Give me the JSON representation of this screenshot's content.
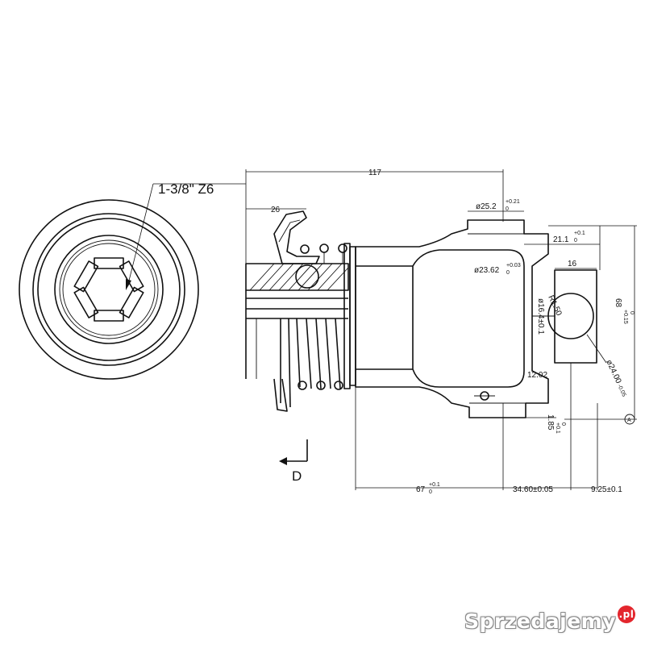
{
  "callouts": {
    "spline": "1-3/8\" Z6",
    "view": "D",
    "datum": "A"
  },
  "dims": {
    "overall": "117",
    "collar": "26",
    "bore_a": {
      "main": "ø25.2",
      "up": "+0.21",
      "low": "0"
    },
    "bore_b": {
      "main": "ø23.62",
      "up": "+0.03",
      "low": "0"
    },
    "pin_offset": {
      "main": "21.1",
      "up": "+0.1",
      "low": "0"
    },
    "lug_w": "16",
    "radius": "R1.50",
    "inner_d": "ø16.4±0.1",
    "ball_d": {
      "main": "ø24.00",
      "up": "",
      "low": "-0.05"
    },
    "height": {
      "main": "68",
      "up": "+0.15",
      "low": "0"
    },
    "groove": "12.02",
    "groove_w": {
      "main": "1.85",
      "up": "+0.1",
      "low": "0"
    },
    "len_a": {
      "main": "67",
      "up": "+0.1",
      "low": "0"
    },
    "len_b": "34.60±0.05",
    "len_c": "9.25±0.1"
  },
  "watermark": {
    "text": "Sprzedajemy",
    "badge": ".pl"
  }
}
